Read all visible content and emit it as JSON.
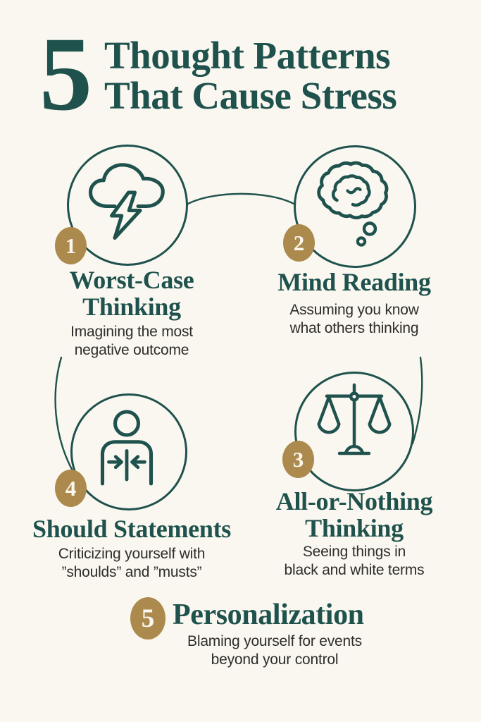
{
  "colors": {
    "background": "#FAF7F0",
    "teal": "#1F524D",
    "gold": "#AC8A4D",
    "body_text": "#2E2D2B",
    "badge_number": "#FBF7EF"
  },
  "header": {
    "big_number": "5",
    "title_lines": [
      "Thought Patterns",
      "That Cause Stress"
    ]
  },
  "items": [
    {
      "number": "1",
      "icon": "storm-cloud-lightning-icon",
      "title_lines": [
        "Worst-Case",
        "Thinking"
      ],
      "desc_lines": [
        "Imagining the most",
        "negative outcome"
      ]
    },
    {
      "number": "2",
      "icon": "thought-bubble-brain-icon",
      "title_lines": [
        "Mind Reading"
      ],
      "desc_lines": [
        "Assuming you know",
        "what others thinking"
      ]
    },
    {
      "number": "3",
      "icon": "balance-scale-icon",
      "title_lines": [
        "All-or-Nothing",
        "Thinking"
      ],
      "desc_lines": [
        "Seeing things in",
        "black and white terms"
      ]
    },
    {
      "number": "4",
      "icon": "person-inward-arrows-icon",
      "title_lines": [
        "Should Statements"
      ],
      "desc_lines": [
        "Criticizing yourself with",
        "”shoulds” and ”musts”"
      ]
    },
    {
      "number": "5",
      "title_lines": [
        "Personalization"
      ],
      "desc_lines": [
        "Blaming yourself for events",
        "beyond your control"
      ]
    }
  ]
}
